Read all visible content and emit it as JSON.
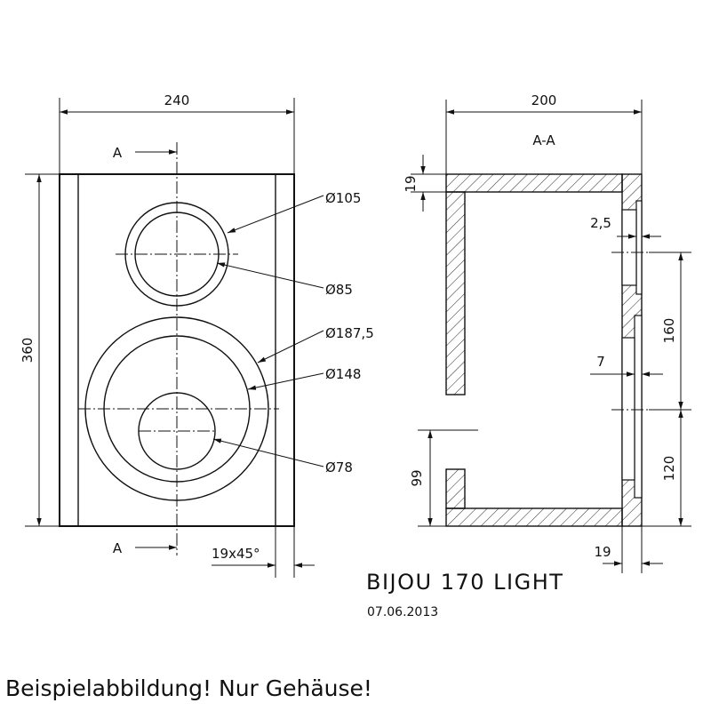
{
  "front_view": {
    "width_dim": "240",
    "height_dim": "360",
    "section_mark": "A",
    "tweeter_outer_dia": "Ø105",
    "tweeter_inner_dia": "Ø85",
    "woofer_outer_dia": "Ø187,5",
    "woofer_inner_dia": "Ø148",
    "woofer_dust_cap_dia": "Ø78",
    "chamfer": "19x45°"
  },
  "section_view": {
    "title": "A-A",
    "depth_dim": "200",
    "panel_thickness_top": "19",
    "baffle_recess": "2,5",
    "driver_spacing": "160",
    "driver_recess": "7",
    "woofer_height": "120",
    "port_height": "99",
    "baffle_thickness": "19"
  },
  "title_block": {
    "name": "BIJOU 170 LIGHT",
    "date": "07.06.2013"
  },
  "caption": "Beispielabbildung! Nur Gehäuse!",
  "colors": {
    "line": "#111111",
    "background": "#ffffff"
  }
}
